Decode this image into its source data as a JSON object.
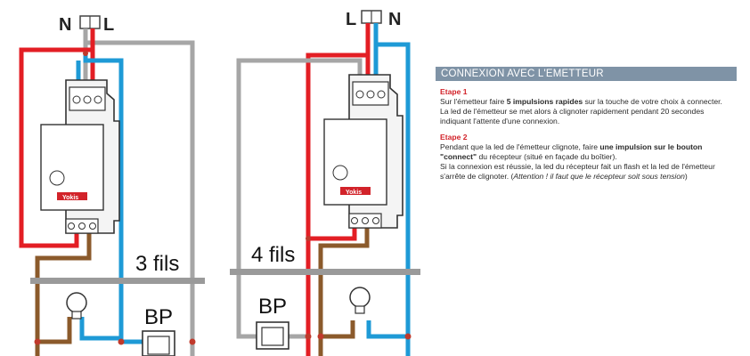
{
  "left_diagram": {
    "label_n": "N",
    "label_l": "L",
    "wires_label": "3 fils",
    "bp_label": "BP",
    "brand": "Yokis"
  },
  "right_diagram": {
    "label_l": "L",
    "label_n": "N",
    "wires_label": "4 fils",
    "bp_label": "BP",
    "brand": "Yokis"
  },
  "panel": {
    "title": "CONNEXION AVEC L'EMETTEUR",
    "step1": {
      "title": "Etape 1",
      "line1_pre": "Sur l'émetteur faire ",
      "line1_bold": "5 impulsions rapides",
      "line1_post": " sur la touche de votre choix à connecter.",
      "line2": "La led de l'émetteur se met alors à clignoter rapidement pendant 20 secondes",
      "line3": "indiquant l'attente d'une connexion."
    },
    "step2": {
      "title": "Etape 2",
      "line1_pre": "Pendant que la led de l'émetteur clignote, faire ",
      "line1_bold": "une impulsion sur le bouton",
      "line2_bold": "\"connect\"",
      "line2_post": " du récepteur (situé en façade du boîtier).",
      "line3": "Si la connexion est réussie, la led du récepteur fait un flash et la led de l'émetteur",
      "line4_pre": "s'arrête de clignoter. (",
      "line4_italic": "Attention ! il faut que le récepteur soit sous tension",
      "line4_post": ")"
    }
  },
  "colors": {
    "live": "#e31e24",
    "neutral": "#1e9ad6",
    "return": "#8b5a2b",
    "grey_wire": "#a6a6a6",
    "panel_header": "#7f93a6"
  }
}
